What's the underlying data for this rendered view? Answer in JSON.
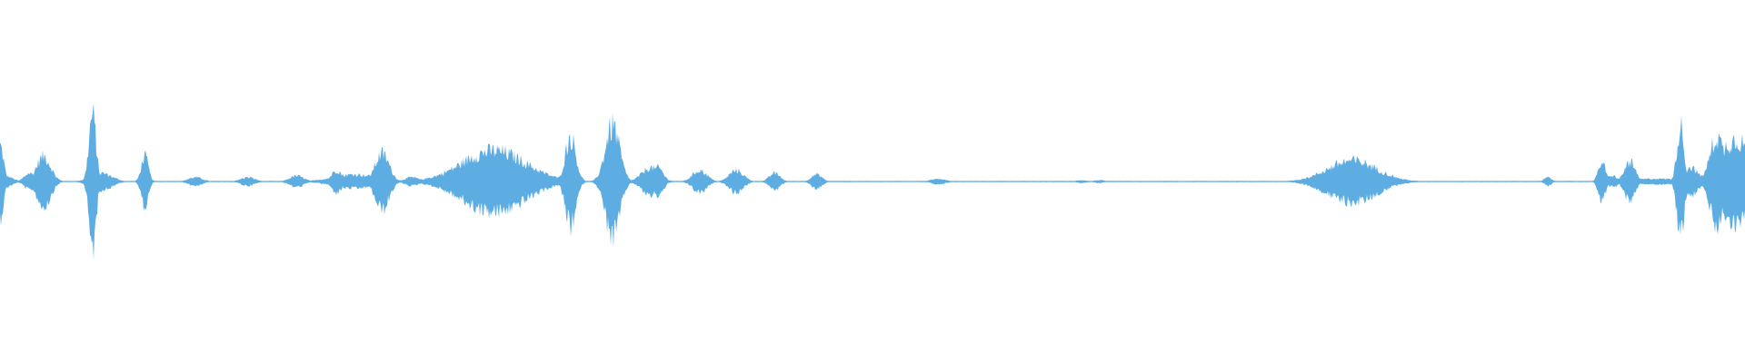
{
  "waveform": {
    "color": "#5dade2",
    "background": "#ffffff",
    "bursts": [
      {
        "center": 0.0,
        "width": 0.002,
        "amplitude": 0.26
      },
      {
        "center": 0.003,
        "width": 0.004,
        "amplitude": 0.04
      },
      {
        "center": 0.017,
        "width": 0.003,
        "amplitude": 0.06
      },
      {
        "center": 0.025,
        "width": 0.004,
        "amplitude": 0.18
      },
      {
        "center": 0.053,
        "width": 0.002,
        "amplitude": 0.48
      },
      {
        "center": 0.058,
        "width": 0.006,
        "amplitude": 0.06
      },
      {
        "center": 0.083,
        "width": 0.002,
        "amplitude": 0.18
      },
      {
        "center": 0.112,
        "width": 0.004,
        "amplitude": 0.03
      },
      {
        "center": 0.142,
        "width": 0.004,
        "amplitude": 0.03
      },
      {
        "center": 0.17,
        "width": 0.004,
        "amplitude": 0.04
      },
      {
        "center": 0.193,
        "width": 0.003,
        "amplitude": 0.08
      },
      {
        "center": 0.203,
        "width": 0.012,
        "amplitude": 0.05
      },
      {
        "center": 0.219,
        "width": 0.004,
        "amplitude": 0.2
      },
      {
        "center": 0.236,
        "width": 0.004,
        "amplitude": 0.03
      },
      {
        "center": 0.283,
        "width": 0.018,
        "amplitude": 0.22
      },
      {
        "center": 0.327,
        "width": 0.003,
        "amplitude": 0.32
      },
      {
        "center": 0.351,
        "width": 0.004,
        "amplitude": 0.4
      },
      {
        "center": 0.373,
        "width": 0.005,
        "amplitude": 0.1
      },
      {
        "center": 0.377,
        "width": 0.003,
        "amplitude": 0.1
      },
      {
        "center": 0.401,
        "width": 0.004,
        "amplitude": 0.08
      },
      {
        "center": 0.422,
        "width": 0.004,
        "amplitude": 0.08
      },
      {
        "center": 0.444,
        "width": 0.003,
        "amplitude": 0.06
      },
      {
        "center": 0.468,
        "width": 0.003,
        "amplitude": 0.05
      },
      {
        "center": 0.538,
        "width": 0.004,
        "amplitude": 0.02
      },
      {
        "center": 0.62,
        "width": 0.003,
        "amplitude": 0.01
      },
      {
        "center": 0.63,
        "width": 0.003,
        "amplitude": 0.01
      },
      {
        "center": 0.775,
        "width": 0.014,
        "amplitude": 0.15
      },
      {
        "center": 0.887,
        "width": 0.002,
        "amplitude": 0.03
      },
      {
        "center": 0.918,
        "width": 0.002,
        "amplitude": 0.14
      },
      {
        "center": 0.924,
        "width": 0.003,
        "amplitude": 0.04
      },
      {
        "center": 0.934,
        "width": 0.003,
        "amplitude": 0.14
      },
      {
        "center": 0.95,
        "width": 0.016,
        "amplitude": 0.02
      },
      {
        "center": 0.963,
        "width": 0.002,
        "amplitude": 0.4
      },
      {
        "center": 0.969,
        "width": 0.004,
        "amplitude": 0.1
      },
      {
        "center": 0.984,
        "width": 0.004,
        "amplitude": 0.32
      },
      {
        "center": 0.995,
        "width": 0.01,
        "amplitude": 0.3
      }
    ],
    "noise_floor": 0.004
  }
}
